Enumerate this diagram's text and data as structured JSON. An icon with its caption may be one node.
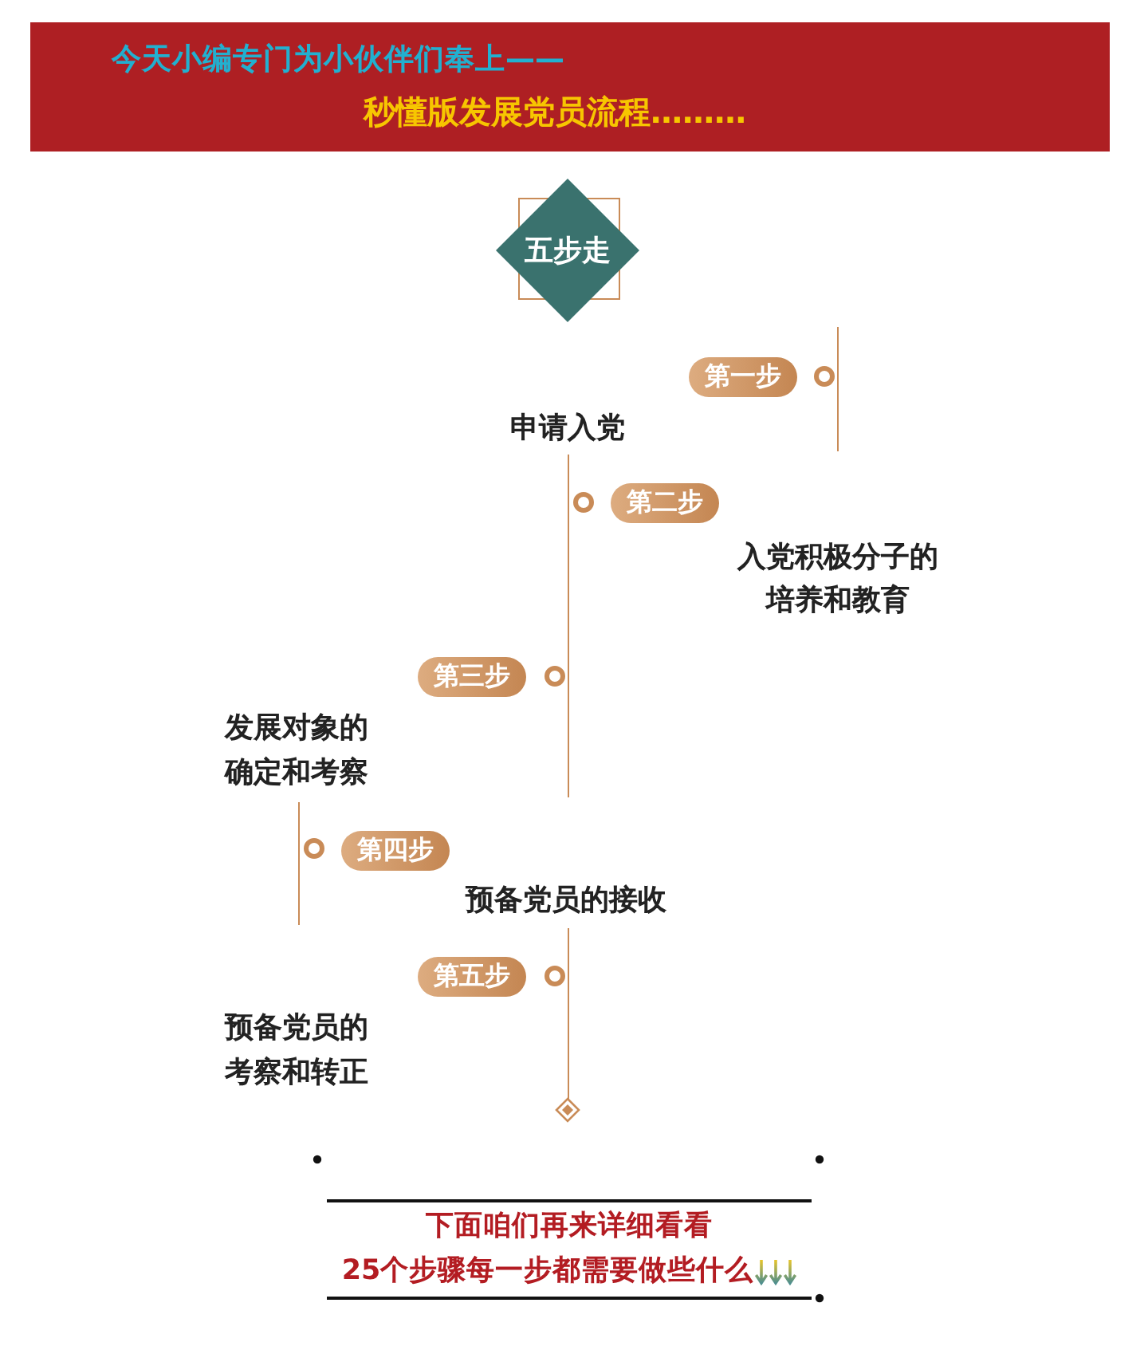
{
  "diagram": {
    "nodes": [
      {
        "text": [
          "今天小编专门为小伙伴们奉上——",
          "秒懂版发展党员流程………"
        ]
      },
      {
        "text": [
          "五步走"
        ]
      },
      {
        "text": [
          "第一步"
        ],
        "beside": [
          "申请入党"
        ]
      },
      {
        "text": [
          "第二步"
        ],
        "beside": [
          "入党积极分子的培养和教育"
        ]
      },
      {
        "text": [
          "第三步"
        ],
        "beside": [
          "发展对象的确定和考察"
        ]
      },
      {
        "text": [
          "第四步"
        ],
        "beside": [
          "预备党员的接收"
        ]
      },
      {
        "text": [
          "第五步"
        ],
        "beside": [
          "预备党员的考察和转正"
        ]
      }
    ],
    "labels": [
      "下面咱们再来详细看看",
      "25个步骤每一步都需要做些什么"
    ]
  }
}
